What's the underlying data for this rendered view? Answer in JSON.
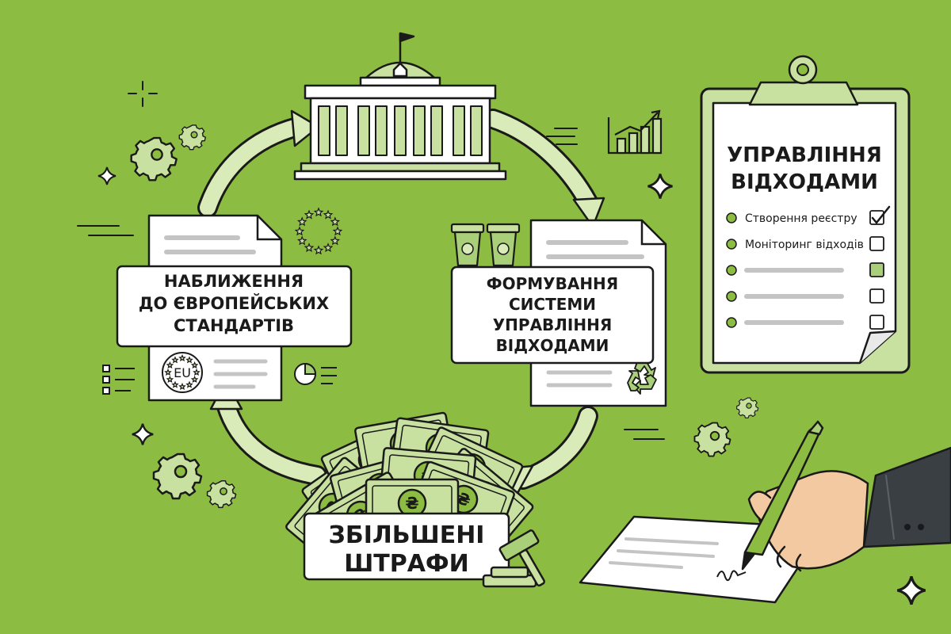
{
  "colors": {
    "background": "#8dbc42",
    "ink": "#1a1a1a",
    "paper": "#ffffff",
    "light_green": "#c8e0a0",
    "mid_green": "#a9cf78"
  },
  "cycle": {
    "left_label": [
      "НАБЛИЖЕННЯ",
      "ДО ЄВРОПЕЙСЬКИХ",
      "СТАНДАРТІВ"
    ],
    "right_label": [
      "ФОРМУВАННЯ",
      "СИСТЕМИ",
      "УПРАВЛІННЯ",
      "ВІДХОДАМИ"
    ],
    "bottom_label": [
      "ЗБІЛЬШЕНІ",
      "ШТРАФИ"
    ],
    "eu_badge": "EU",
    "currency_symbol": "₴"
  },
  "clipboard": {
    "title": [
      "УПРАВЛІННЯ",
      "ВІДХОДАМИ"
    ],
    "items": [
      {
        "text": "Створення реєстру",
        "checked": true
      },
      {
        "text": "Моніторинг відходів",
        "checked": false
      },
      {
        "text": "",
        "checked": false,
        "filled": true
      },
      {
        "text": "",
        "checked": false
      },
      {
        "text": "",
        "checked": false
      }
    ]
  },
  "icons": [
    "parliament-building-icon",
    "gear-icon",
    "bar-chart-icon",
    "eu-stars-icon",
    "recycle-icon",
    "trash-bin-icon",
    "pie-chart-icon",
    "list-icon",
    "gavel-icon",
    "banknote-icon",
    "hand-pen-icon",
    "sparkle-icon",
    "clipboard-icon"
  ]
}
